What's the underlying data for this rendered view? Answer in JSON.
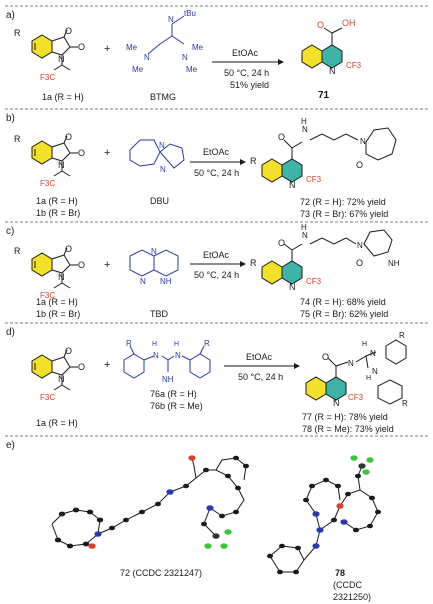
{
  "panels": [
    {
      "label": "a)",
      "reactant1": "1a (R = H)",
      "reagent": "BTMG",
      "conditions": [
        "EtOAc",
        "50 °C, 24 h",
        "51% yield"
      ],
      "product": "71",
      "yields": []
    },
    {
      "label": "b)",
      "reactant1_lines": [
        "1a (R = H)",
        "1b (R = Br)"
      ],
      "reagent": "DBU",
      "conditions": [
        "EtOAc",
        "50 °C, 24 h"
      ],
      "yields": [
        "72 (R = H): 72% yield",
        "73 (R = Br): 67% yield"
      ]
    },
    {
      "label": "c)",
      "reactant1_lines": [
        "1a (R = H)",
        "1b (R = Br)"
      ],
      "reagent": "TBD",
      "conditions": [
        "EtOAc",
        "50 °C, 24 h"
      ],
      "yields": [
        "74 (R = H): 68% yield",
        "75 (R = Br): 62% yield"
      ]
    },
    {
      "label": "d)",
      "reactant1": "1a (R = H)",
      "reagent_lines": [
        "76a (R = H)",
        "76b (R = Me)"
      ],
      "conditions": [
        "EtOAc",
        "50 °C, 24 h"
      ],
      "yields": [
        "77 (R = H): 78% yield",
        "78 (R = Me): 73% yield"
      ]
    },
    {
      "label": "e)",
      "crystal1": "72 (CCDC 2321247)",
      "crystal2_lines": [
        "78",
        "(CCDC",
        "2321250)"
      ]
    }
  ],
  "atoms": {
    "R": "R",
    "O": "O",
    "N": "N",
    "H": "H",
    "OH": "OH",
    "F3C": "F3C",
    "CF3": "CF3",
    "tBu": "tBu",
    "Me": "Me"
  },
  "colors": {
    "benzene_fill": "#f2e02a",
    "pyridine_fill": "#3fb3a8",
    "reagent_blue": "#2a39a8",
    "cf3_red": "#d8402c"
  }
}
